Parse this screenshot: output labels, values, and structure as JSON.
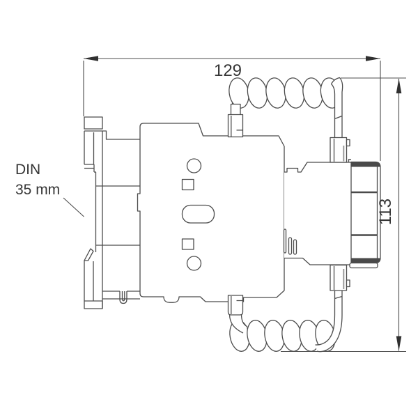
{
  "page": {
    "background": "#ffffff",
    "description": "Technical line drawing, side view of a DIN-rail mounted capacitor contactor with two coiled wires"
  },
  "labels": {
    "width_dimension": "129",
    "height_dimension": "113",
    "din_label_line1": "DIN",
    "din_label_line2": "35 mm"
  },
  "colors": {
    "line": "#4c4c4c",
    "text": "#353535",
    "arrow": "#303030",
    "dark_band": "#4a4a4a",
    "shade": "#9a9a9a",
    "background": "#ffffff"
  }
}
